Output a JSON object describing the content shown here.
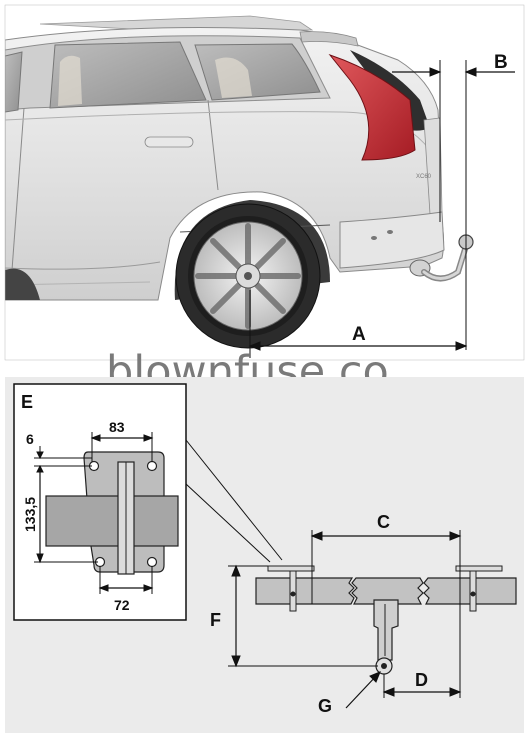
{
  "labels": {
    "a": "A",
    "b": "B",
    "c": "C",
    "d": "D",
    "e": "E",
    "f": "F",
    "g": "G"
  },
  "dimensions": {
    "top": "83",
    "bottom": "72",
    "left_small": "6",
    "left_tall": "133,5"
  },
  "watermark": "blownfuse.co",
  "badge": "XC60"
}
